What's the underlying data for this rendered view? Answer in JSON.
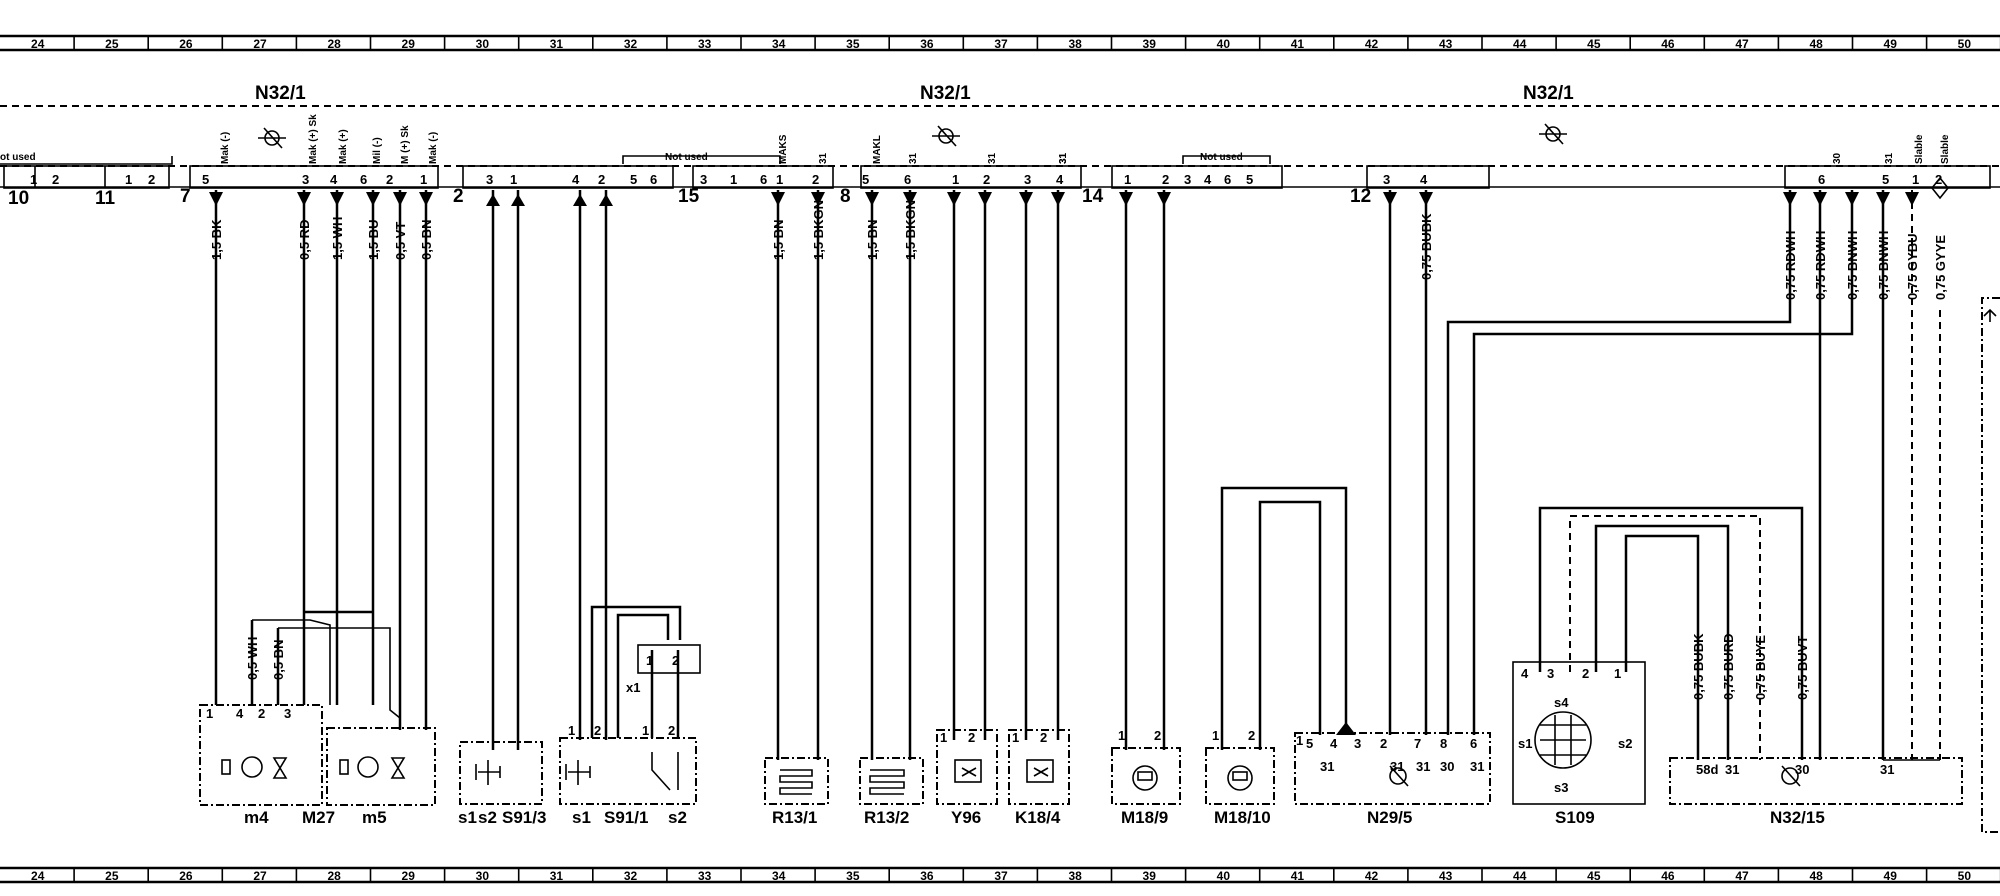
{
  "grid_numbers": [
    "24",
    "25",
    "26",
    "27",
    "28",
    "29",
    "30",
    "31",
    "32",
    "33",
    "34",
    "35",
    "36",
    "37",
    "38",
    "39",
    "40",
    "41",
    "42",
    "43",
    "44",
    "45",
    "46",
    "47",
    "48",
    "49",
    "50"
  ],
  "control_units": [
    {
      "label": "N32/1"
    },
    {
      "label": "N32/1"
    },
    {
      "label": "N32/1"
    }
  ],
  "connectors": [
    "10",
    "11",
    "7",
    "2",
    "15",
    "8",
    "14",
    "12"
  ],
  "not_used": [
    "ot used",
    "Not used",
    "Not used"
  ],
  "pins": [
    {
      "t": "1"
    },
    {
      "t": "2"
    },
    {
      "t": "1"
    },
    {
      "t": "2"
    },
    {
      "t": "5"
    },
    {
      "t": "3"
    },
    {
      "t": "4"
    },
    {
      "t": "6"
    },
    {
      "t": "2"
    },
    {
      "t": "1"
    },
    {
      "t": "3"
    },
    {
      "t": "1"
    },
    {
      "t": "4"
    },
    {
      "t": "2"
    },
    {
      "t": "5"
    },
    {
      "t": "6"
    },
    {
      "t": "3"
    },
    {
      "t": "1"
    },
    {
      "t": "6"
    },
    {
      "t": "1"
    },
    {
      "t": "2"
    },
    {
      "t": "5"
    },
    {
      "t": "6"
    },
    {
      "t": "1"
    },
    {
      "t": "2"
    },
    {
      "t": "3"
    },
    {
      "t": "4"
    },
    {
      "t": "1"
    },
    {
      "t": "2"
    },
    {
      "t": "3"
    },
    {
      "t": "4"
    },
    {
      "t": "6"
    },
    {
      "t": "5"
    },
    {
      "t": "3"
    },
    {
      "t": "4"
    },
    {
      "t": "6"
    },
    {
      "t": "5"
    },
    {
      "t": "1"
    },
    {
      "t": "2"
    }
  ],
  "pin_functions": [
    {
      "t": "Mak (-)"
    },
    {
      "t": "Mak (+) Sk"
    },
    {
      "t": "Mak (+)"
    },
    {
      "t": "Mil (-)"
    },
    {
      "t": "M (+) Sk"
    },
    {
      "t": "Mak (-)"
    },
    {
      "t": "MAKS"
    },
    {
      "t": "31"
    },
    {
      "t": "MAKL"
    },
    {
      "t": "31"
    },
    {
      "t": "31"
    },
    {
      "t": "31"
    },
    {
      "t": "31"
    },
    {
      "t": "30"
    },
    {
      "t": "31"
    },
    {
      "t": "Slable"
    },
    {
      "t": "Slable"
    }
  ],
  "wires": [
    {
      "t": "1,5 BK"
    },
    {
      "t": "0,5 RD"
    },
    {
      "t": "1,5 WH"
    },
    {
      "t": "1,5 BU"
    },
    {
      "t": "0,5 VT"
    },
    {
      "t": "0,5 BN"
    },
    {
      "t": "1,5 BN"
    },
    {
      "t": "1,5 BKGN"
    },
    {
      "t": "1,5 BN"
    },
    {
      "t": "1,5 BKGN"
    },
    {
      "t": "0,75 BUBK"
    },
    {
      "t": "0,75 RDWH"
    },
    {
      "t": "0,75 RDWH"
    },
    {
      "t": "0,75 BNWH"
    },
    {
      "t": "0,75 BNWH"
    },
    {
      "t": "0,75 GYBU"
    },
    {
      "t": "0,75 GYYE"
    },
    {
      "t": "0,5 WH"
    },
    {
      "t": "0,5 BN"
    },
    {
      "t": "0,75 BUBK"
    },
    {
      "t": "0,75 BURD"
    },
    {
      "t": "0,75 BUYE"
    },
    {
      "t": "0,75 BUVT"
    }
  ],
  "component_pins": [
    {
      "t": "1"
    },
    {
      "t": "4"
    },
    {
      "t": "2"
    },
    {
      "t": "3"
    },
    {
      "t": "1"
    },
    {
      "t": "2"
    },
    {
      "t": "x1"
    },
    {
      "t": "1"
    },
    {
      "t": "2"
    },
    {
      "t": "1"
    },
    {
      "t": "2"
    },
    {
      "t": "1"
    },
    {
      "t": "2"
    },
    {
      "t": "1"
    },
    {
      "t": "2"
    },
    {
      "t": "1"
    },
    {
      "t": "2"
    },
    {
      "t": "1"
    },
    {
      "t": "2"
    },
    {
      "t": "1"
    },
    {
      "t": "5"
    },
    {
      "t": "4"
    },
    {
      "t": "3"
    },
    {
      "t": "2"
    },
    {
      "t": "7"
    },
    {
      "t": "8"
    },
    {
      "t": "6"
    },
    {
      "t": "31"
    },
    {
      "t": "31"
    },
    {
      "t": "31"
    },
    {
      "t": "30"
    },
    {
      "t": "31"
    },
    {
      "t": "4"
    },
    {
      "t": "3"
    },
    {
      "t": "2"
    },
    {
      "t": "1"
    },
    {
      "t": "s4"
    },
    {
      "t": "s1"
    },
    {
      "t": "s2"
    },
    {
      "t": "s3"
    },
    {
      "t": "58d"
    },
    {
      "t": "31"
    },
    {
      "t": "30"
    },
    {
      "t": "31"
    }
  ],
  "components": [
    {
      "label": "m4"
    },
    {
      "label": "M27"
    },
    {
      "label": "m5"
    },
    {
      "label": "s1"
    },
    {
      "label": "s2"
    },
    {
      "label": "S91/3"
    },
    {
      "label": "s1"
    },
    {
      "label": "S91/1"
    },
    {
      "label": "s2"
    },
    {
      "label": "R13/1"
    },
    {
      "label": "R13/2"
    },
    {
      "label": "Y96"
    },
    {
      "label": "K18/4"
    },
    {
      "label": "M18/9"
    },
    {
      "label": "M18/10"
    },
    {
      "label": "N29/5"
    },
    {
      "label": "S109"
    },
    {
      "label": "N32/15"
    }
  ]
}
